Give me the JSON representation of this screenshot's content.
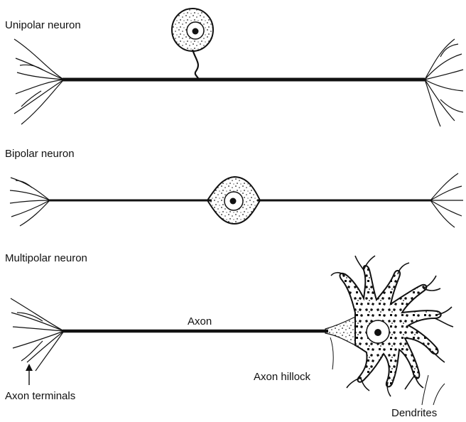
{
  "neurons": {
    "unipolar_title": "Unipolar neuron",
    "bipolar_title": "Bipolar neuron",
    "multipolar_title": "Multipolar neuron"
  },
  "labels": {
    "axon": "Axon",
    "axon_terminals": "Axon terminals",
    "axon_hillock": "Axon hillock",
    "dendrites": "Dendrites"
  },
  "colors": {
    "ink": "#111111",
    "background": "#ffffff"
  }
}
